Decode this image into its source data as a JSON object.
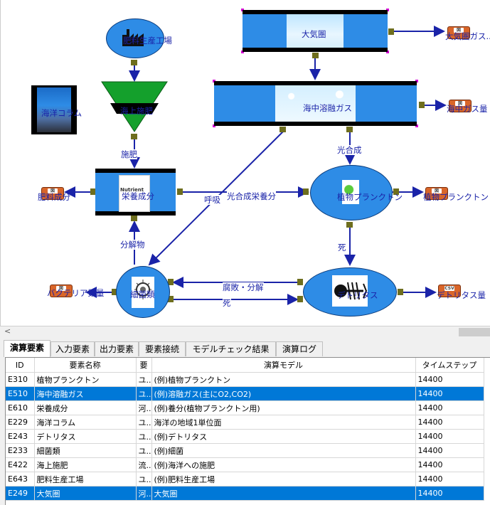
{
  "diagram": {
    "nodes": {
      "fertilizer_plant": "肥料生産工場",
      "ocean_column": "海洋コラム",
      "ocean_fertilization": "海上施肥",
      "atmosphere": "大気圏",
      "dissolved_gas": "海中溶融ガス",
      "nutrients": "栄養成分",
      "nutrients_img": "Nutrient",
      "phytoplankton": "植物プランクトン",
      "bacteria": "細菌類",
      "detritus": "デトリタス"
    },
    "edges": {
      "fertilize": "施肥",
      "photosynthesis": "光合成",
      "respiration": "呼吸",
      "photo_nutrients": "光合成栄養分",
      "decompose": "分解物",
      "death1": "死",
      "decay": "腐敗・分解",
      "death2": "死"
    },
    "outputs": {
      "atmo_gas": "大気圏ガス...",
      "ocean_gas": "海中ガス量",
      "plankton_out": "植物プランクトン",
      "fertilizer_out": "肥料成分",
      "bacteria_out": "バクテリア数量",
      "detritus_out": "デトリタス量"
    },
    "icon_labels": {
      "graph": "図",
      "csv": "CSV"
    }
  },
  "scroll_arrow": "<",
  "tabs": [
    "演算要素",
    "入力要素",
    "出力要素",
    "要素接続",
    "モデルチェック結果",
    "演算ログ"
  ],
  "table": {
    "headers": [
      "ID",
      "要素名称",
      "要",
      "演算モデル",
      "タイムステップ"
    ],
    "rows": [
      {
        "id": "E310",
        "name": "植物プランクトン",
        "type": "ユ...",
        "model": "(例)植物プランクトン",
        "step": "14400",
        "selected": false
      },
      {
        "id": "E510",
        "name": "海中溶融ガス",
        "type": "ユ...",
        "model": "(例)溶融ガス(主にO2,CO2)",
        "step": "14400",
        "selected": true
      },
      {
        "id": "E610",
        "name": "栄養成分",
        "type": "河...",
        "model": "(例)養分(植物プランクトン用)",
        "step": "14400",
        "selected": false
      },
      {
        "id": "E229",
        "name": "海洋コラム",
        "type": "ユ...",
        "model": "海洋の地域1単位面",
        "step": "14400",
        "selected": false
      },
      {
        "id": "E243",
        "name": "デトリタス",
        "type": "ユ...",
        "model": "(例)デトリタス",
        "step": "14400",
        "selected": false
      },
      {
        "id": "E233",
        "name": "細菌類",
        "type": "ユ...",
        "model": "(例)細菌",
        "step": "14400",
        "selected": false
      },
      {
        "id": "E422",
        "name": "海上施肥",
        "type": "流...",
        "model": "(例)海洋への施肥",
        "step": "14400",
        "selected": false
      },
      {
        "id": "E643",
        "name": "肥料生産工場",
        "type": "ユ...",
        "model": "(例)肥料生産工場",
        "step": "14400",
        "selected": false
      },
      {
        "id": "E249",
        "name": "大気圏",
        "type": "河...",
        "model": "大気圏",
        "step": "14400",
        "selected": true
      }
    ]
  },
  "colors": {
    "node_blue": "#2e8ce6",
    "edge": "#1a23a8",
    "selection": "#0078d7",
    "funnel_green": "#14a02c",
    "output_orange": "#d9662a"
  }
}
